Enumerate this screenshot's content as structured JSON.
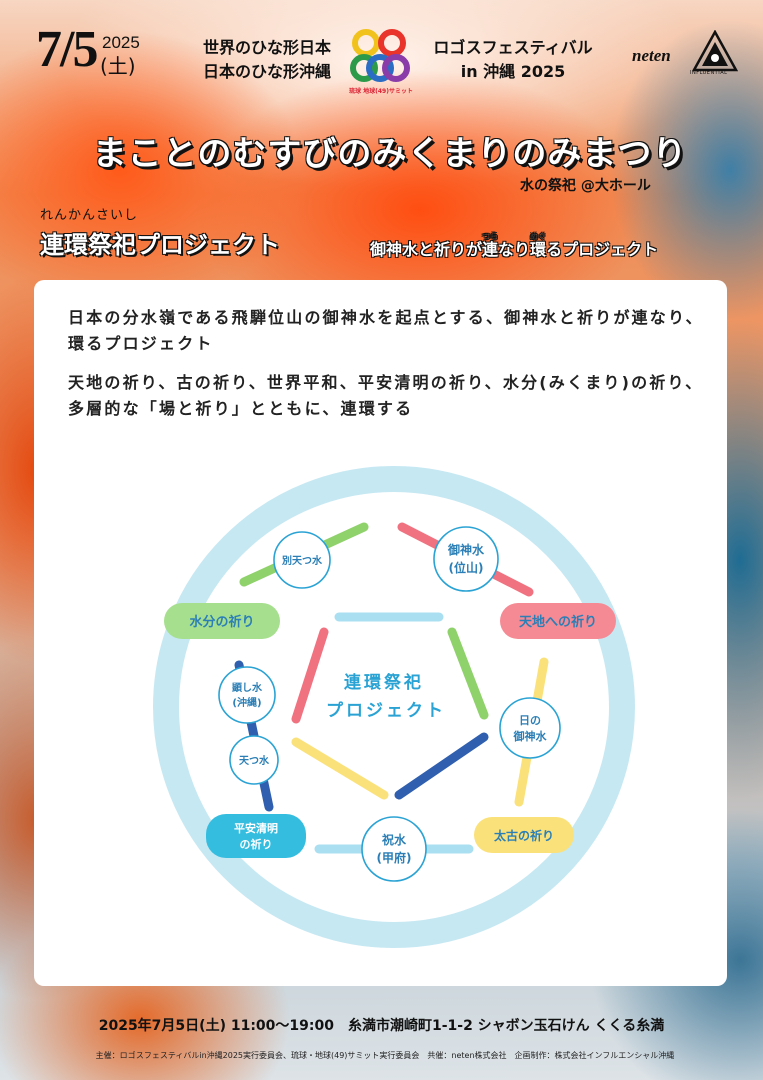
{
  "header": {
    "date_main": "7/5",
    "date_year": "2025",
    "date_weekday": "(土)",
    "left_line1": "世界のひな形日本",
    "left_line2": "日本のひな形沖縄",
    "right_line1": "ロゴスフェスティバル",
    "right_line2": "in 沖縄 2025",
    "logo_caption": "琉球 地球(49)サミット",
    "sponsor1": "neten",
    "sponsor2": "INFLUENTIAL"
  },
  "title": "まことのむすびのみくまりのみまつり",
  "subtitle": "水の祭祀 @大ホール",
  "project": {
    "ruby": "れんかんさいし",
    "name": "連環祭祀プロジェクト",
    "tagline_pre": "御神水と祈りが",
    "tagline_ren": "連",
    "tagline_ren_ruby": "つら",
    "tagline_mid": "なり",
    "tagline_kan": "環",
    "tagline_kan_ruby": "めぐ",
    "tagline_post": "るプロジェクト"
  },
  "description": [
    "日本の分水嶺である飛騨位山の御神水を起点とする、御神水と祈りが連なり、環るプロジェクト",
    "天地の祈り、古の祈り、世界平和、平安清明の祈り、水分(みくまり)の祈り、多層的な「場と祈り」とともに、連環する"
  ],
  "diagram": {
    "center_line1": "連環祭祀",
    "center_line2": "プロジェクト",
    "nodes": {
      "betsuten": "別天つ水",
      "goshinsui_1": "御神水",
      "goshinsui_2": "(位山)",
      "hi_1": "日の",
      "hi_2": "御神水",
      "iwai_1": "祝水",
      "iwai_2": "(甲府)",
      "amatsu": "天つ水",
      "ken_1": "顕し水",
      "ken_2": "(沖縄)"
    },
    "prayers": {
      "mikumari": "水分の祈り",
      "tenchi": "天地への祈り",
      "taiko": "太古の祈り",
      "heian_1": "平安清明",
      "heian_2": "の祈り"
    },
    "colors": {
      "ring": "#c6e8f3",
      "green": "#8fd16b",
      "red": "#f07280",
      "yellow": "#fbe17a",
      "blue": "#2f5fae",
      "cyan": "#a9dff0",
      "node_border": "#2aa3d4",
      "text_blue": "#2b7fb6"
    }
  },
  "footer": {
    "datetime": "2025年7月5日(土) 11:00〜19:00",
    "venue": "糸満市潮崎町1-1-2 シャボン玉石けん くくる糸満",
    "credits": "主催：ロゴスフェスティバルin沖縄2025実行委員会、琉球・地球(49)サミット実行委員会　共催：neten株式会社　企画制作：株式会社インフルエンシャル沖縄"
  }
}
